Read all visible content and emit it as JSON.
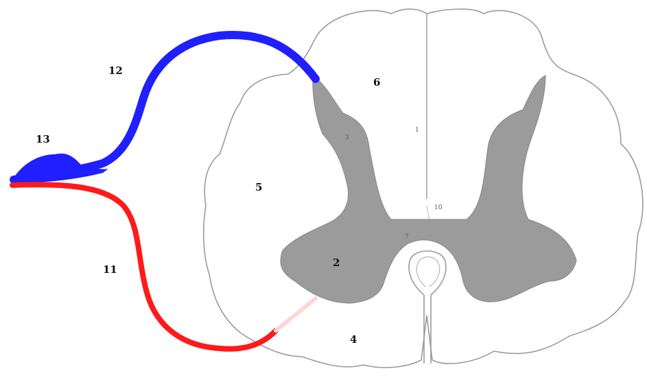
{
  "colors": {
    "outline": "#9a9a9a",
    "grey_matter": "#9b9b9b",
    "dorsal_root": "#1f1fff",
    "ventral_root": "#ff1a1a",
    "background": "#ffffff"
  },
  "labels": {
    "n1": "1",
    "n2": "2",
    "n3": "3",
    "n4": "4",
    "n5": "5",
    "n6": "6",
    "n7": "7",
    "n10": "10",
    "n11": "11",
    "n12": "12",
    "n13": "13"
  }
}
